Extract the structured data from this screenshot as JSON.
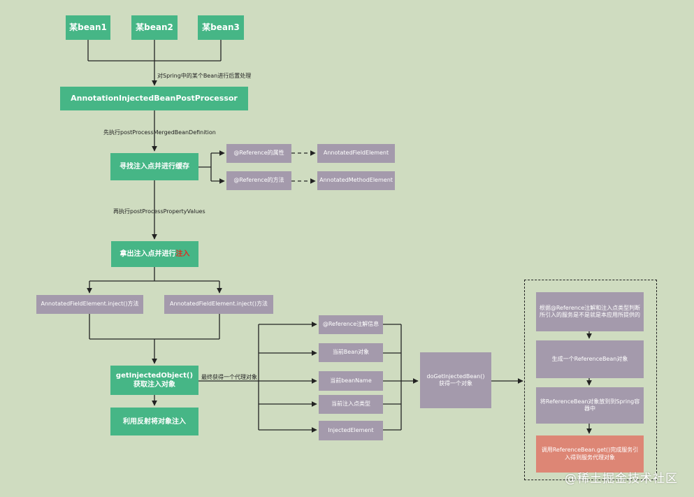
{
  "beans": [
    "某bean1",
    "某bean2",
    "某bean3"
  ],
  "processor": "AnnotationInjectedBeanPostProcessor",
  "edge_labels": {
    "bean_to_processor": "对Spring中的某个Bean进行后置处理",
    "first": "先执行postProcessMergedBeanDefinition",
    "then": "再执行postProcessPropertyValues",
    "final": "最终获得一个代理对象"
  },
  "find_cache": "寻找注入点并进行缓存",
  "reference_property": "@Reference的属性",
  "reference_method": "@Reference的方法",
  "annotated_field_element": "AnnotatedFieldElement",
  "annotated_method_element": "AnnotatedMethodElement",
  "take_inject": {
    "prefix": "拿出注入点并进行",
    "highlight": "注入"
  },
  "inject_methods": [
    "AnnotatedFieldElement.inject()方法",
    "AnnotatedFieldElement.inject()方法"
  ],
  "get_injected": {
    "line1": "getInjectedObject()",
    "line2": "获取注入对象"
  },
  "reflect_inject": "利用反射将对象注入",
  "params": [
    "@Reference注解信息",
    "当前Bean对象",
    "当前beanName",
    "当前注入点类型",
    "InjectedElement"
  ],
  "do_get": {
    "line1": "doGetInjectedBean()",
    "line2": "获得一个对象"
  },
  "steps": [
    "根据@Reference注解和注入点类型判断所引入的服务是不是就是本应用所提供的",
    "生成一个ReferenceBean对象",
    "将ReferenceBean对象放到到Spring容器中",
    "调用ReferenceBean.get()完成服务引入得到服务代理对象"
  ],
  "watermark": "@稀土掘金技术社区",
  "colors": {
    "green": "#46b686",
    "purple": "#a49aac",
    "salmon": "#dd8675",
    "background": "#cfdcc0",
    "highlight": "#e02b20"
  }
}
